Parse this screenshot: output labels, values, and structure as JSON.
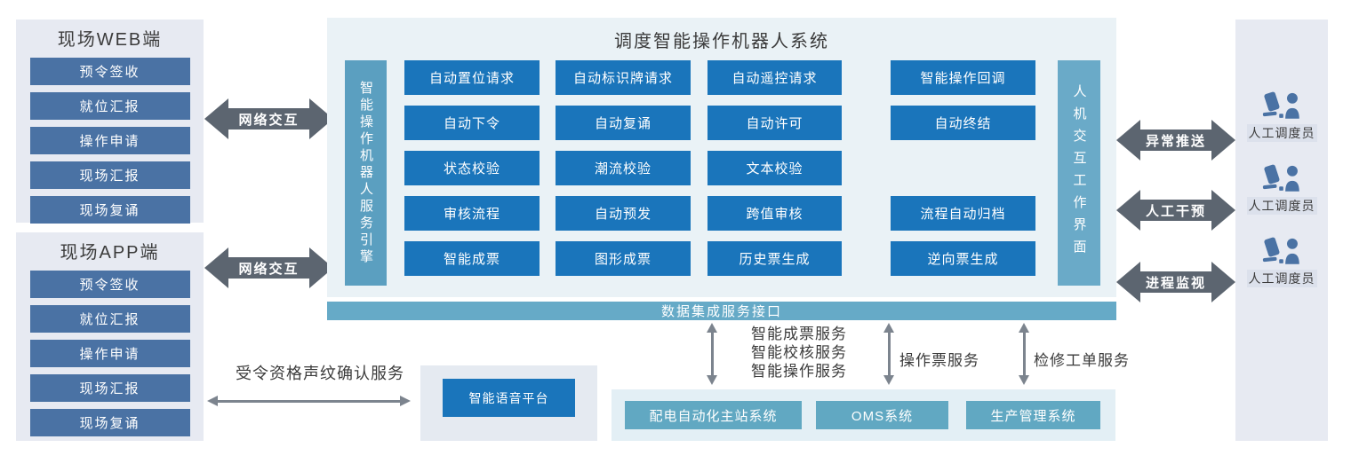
{
  "colors": {
    "steel_blue": "#4a72a4",
    "bright_blue": "#1a75bb",
    "teal_bar": "#66aac7",
    "teal_button": "#61a8c2",
    "engine_bar": "#5b9fc0",
    "hmi_bar": "#6aaac8",
    "fat_arrow_gray": "#5c6570",
    "thin_arrow_gray": "#7c848e",
    "panel_gray": "#e7eaf2",
    "panel_blue": "#eaf2f6"
  },
  "web_panel": {
    "title": "现场WEB端",
    "items": [
      "预令签收",
      "就位汇报",
      "操作申请",
      "现场汇报",
      "现场复诵"
    ]
  },
  "app_panel": {
    "title": "现场APP端",
    "items": [
      "预令签收",
      "就位汇报",
      "操作申请",
      "现场汇报",
      "现场复诵"
    ]
  },
  "network": {
    "web_label": "网络交互",
    "app_label": "网络交互"
  },
  "robot": {
    "title": "调度智能操作机器人系统",
    "engine_bar": "智能操作机器人服务引擎",
    "hmi_bar": "人机交互工作界面",
    "columns": [
      [
        "自动置位请求",
        "自动下令",
        "状态校验",
        "审核流程",
        "智能成票"
      ],
      [
        "自动标识牌请求",
        "自动复诵",
        "潮流校验",
        "自动预发",
        "图形成票"
      ],
      [
        "自动遥控请求",
        "自动许可",
        "文本校验",
        "跨值审核",
        "历史票生成"
      ],
      [
        "智能操作回调",
        "自动终结",
        "",
        "流程自动归档",
        "逆向票生成"
      ]
    ]
  },
  "right_flows": [
    "异常推送",
    "人工干预",
    "进程监视"
  ],
  "dispatchers": [
    "人工调度员",
    "人工调度员",
    "人工调度员"
  ],
  "data_bar": {
    "label": "数据集成服务接口"
  },
  "services": {
    "stack": [
      "智能成票服务",
      "智能校核服务",
      "智能操作服务"
    ],
    "operation_ticket": "操作票服务",
    "maintenance_order": "检修工单服务"
  },
  "systems": {
    "items": [
      "配电自动化主站系统",
      "OMS系统",
      "生产管理系统"
    ]
  },
  "voice": {
    "platform_label": "智能语音平台",
    "service_label": "受令资格声纹确认服务"
  }
}
